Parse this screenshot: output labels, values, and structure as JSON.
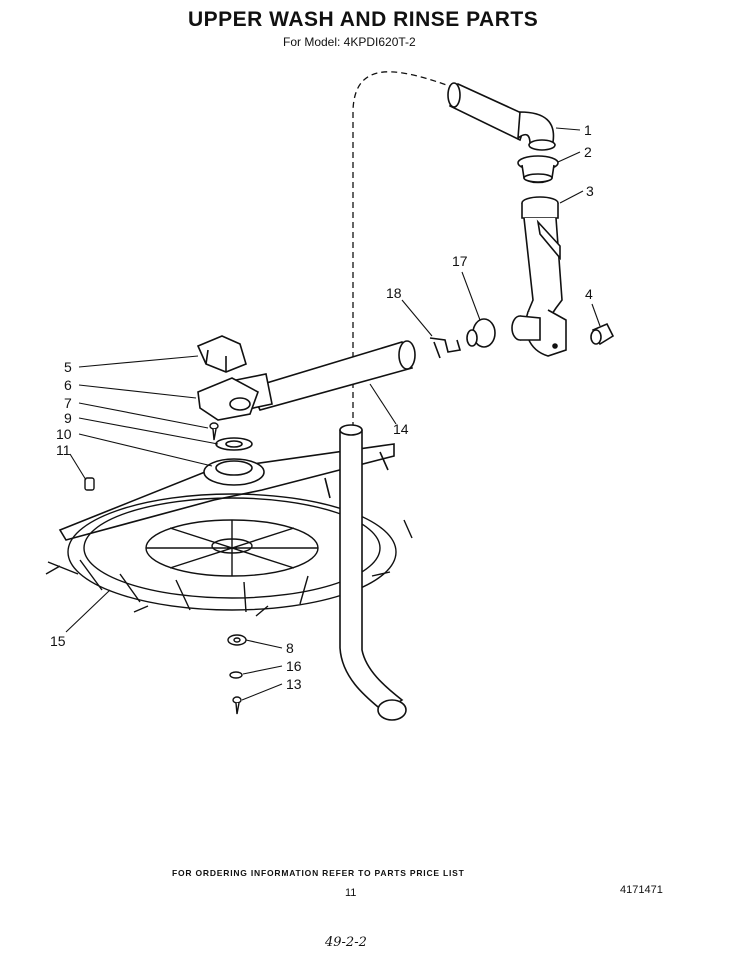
{
  "header": {
    "title": "UPPER WASH AND RINSE PARTS",
    "subtitle": "For Model: 4KPDI620T-2"
  },
  "callouts": {
    "c1": "1",
    "c2": "2",
    "c3": "3",
    "c4": "4",
    "c5": "5",
    "c6": "6",
    "c7": "7",
    "c8": "8",
    "c9": "9",
    "c10": "10",
    "c11": "11",
    "c13": "13",
    "c14": "14",
    "c15": "15",
    "c16": "16",
    "c17": "17",
    "c18": "18"
  },
  "footer": {
    "ordering_note": "FOR ORDERING INFORMATION REFER TO PARTS PRICE LIST",
    "page_number": "11",
    "document_number": "4171471",
    "handwritten_note": "49-2-2"
  }
}
